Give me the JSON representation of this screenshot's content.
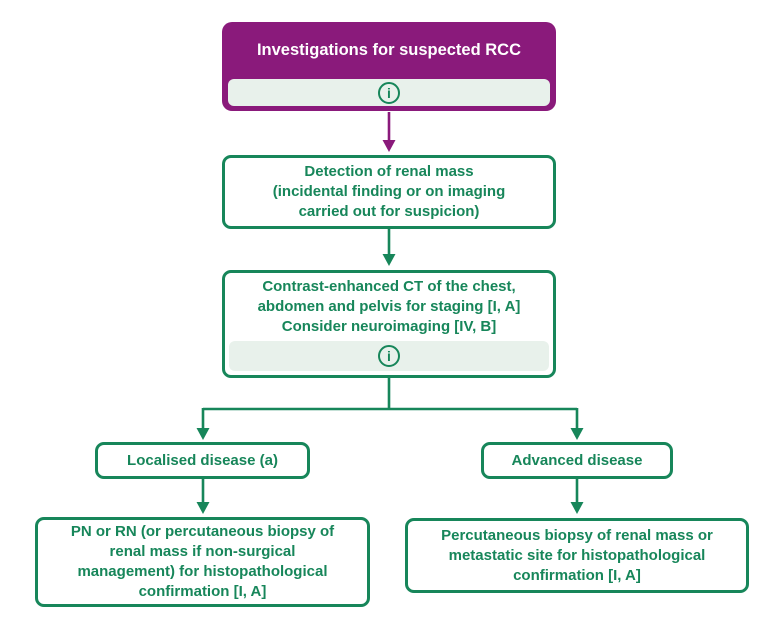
{
  "theme": {
    "purple": "#8a1a7b",
    "green": "#17865a",
    "bar-bg": "#e8f1eb",
    "canvas-bg": "#ffffff"
  },
  "flowchart": {
    "root": {
      "label": "Investigations for suspected RCC",
      "info_icon": "i"
    },
    "detection": {
      "label": "Detection of renal mass\n(incidental finding or on imaging\ncarried out for suspicion)"
    },
    "ct_staging": {
      "label": "Contrast-enhanced CT of the chest,\nabdomen and pelvis for staging [I, A]\nConsider neuroimaging [IV, B]",
      "info_icon": "i"
    },
    "localised": {
      "label": "Localised disease (a)"
    },
    "advanced": {
      "label": "Advanced disease"
    },
    "localised_action": {
      "label": "PN or RN (or percutaneous biopsy of\nrenal mass if non-surgical\nmanagement) for histopathological\nconfirmation [I, A]"
    },
    "advanced_action": {
      "label": "Percutaneous biopsy of renal mass or\nmetastatic site for histopathological\nconfirmation [I, A]"
    }
  }
}
